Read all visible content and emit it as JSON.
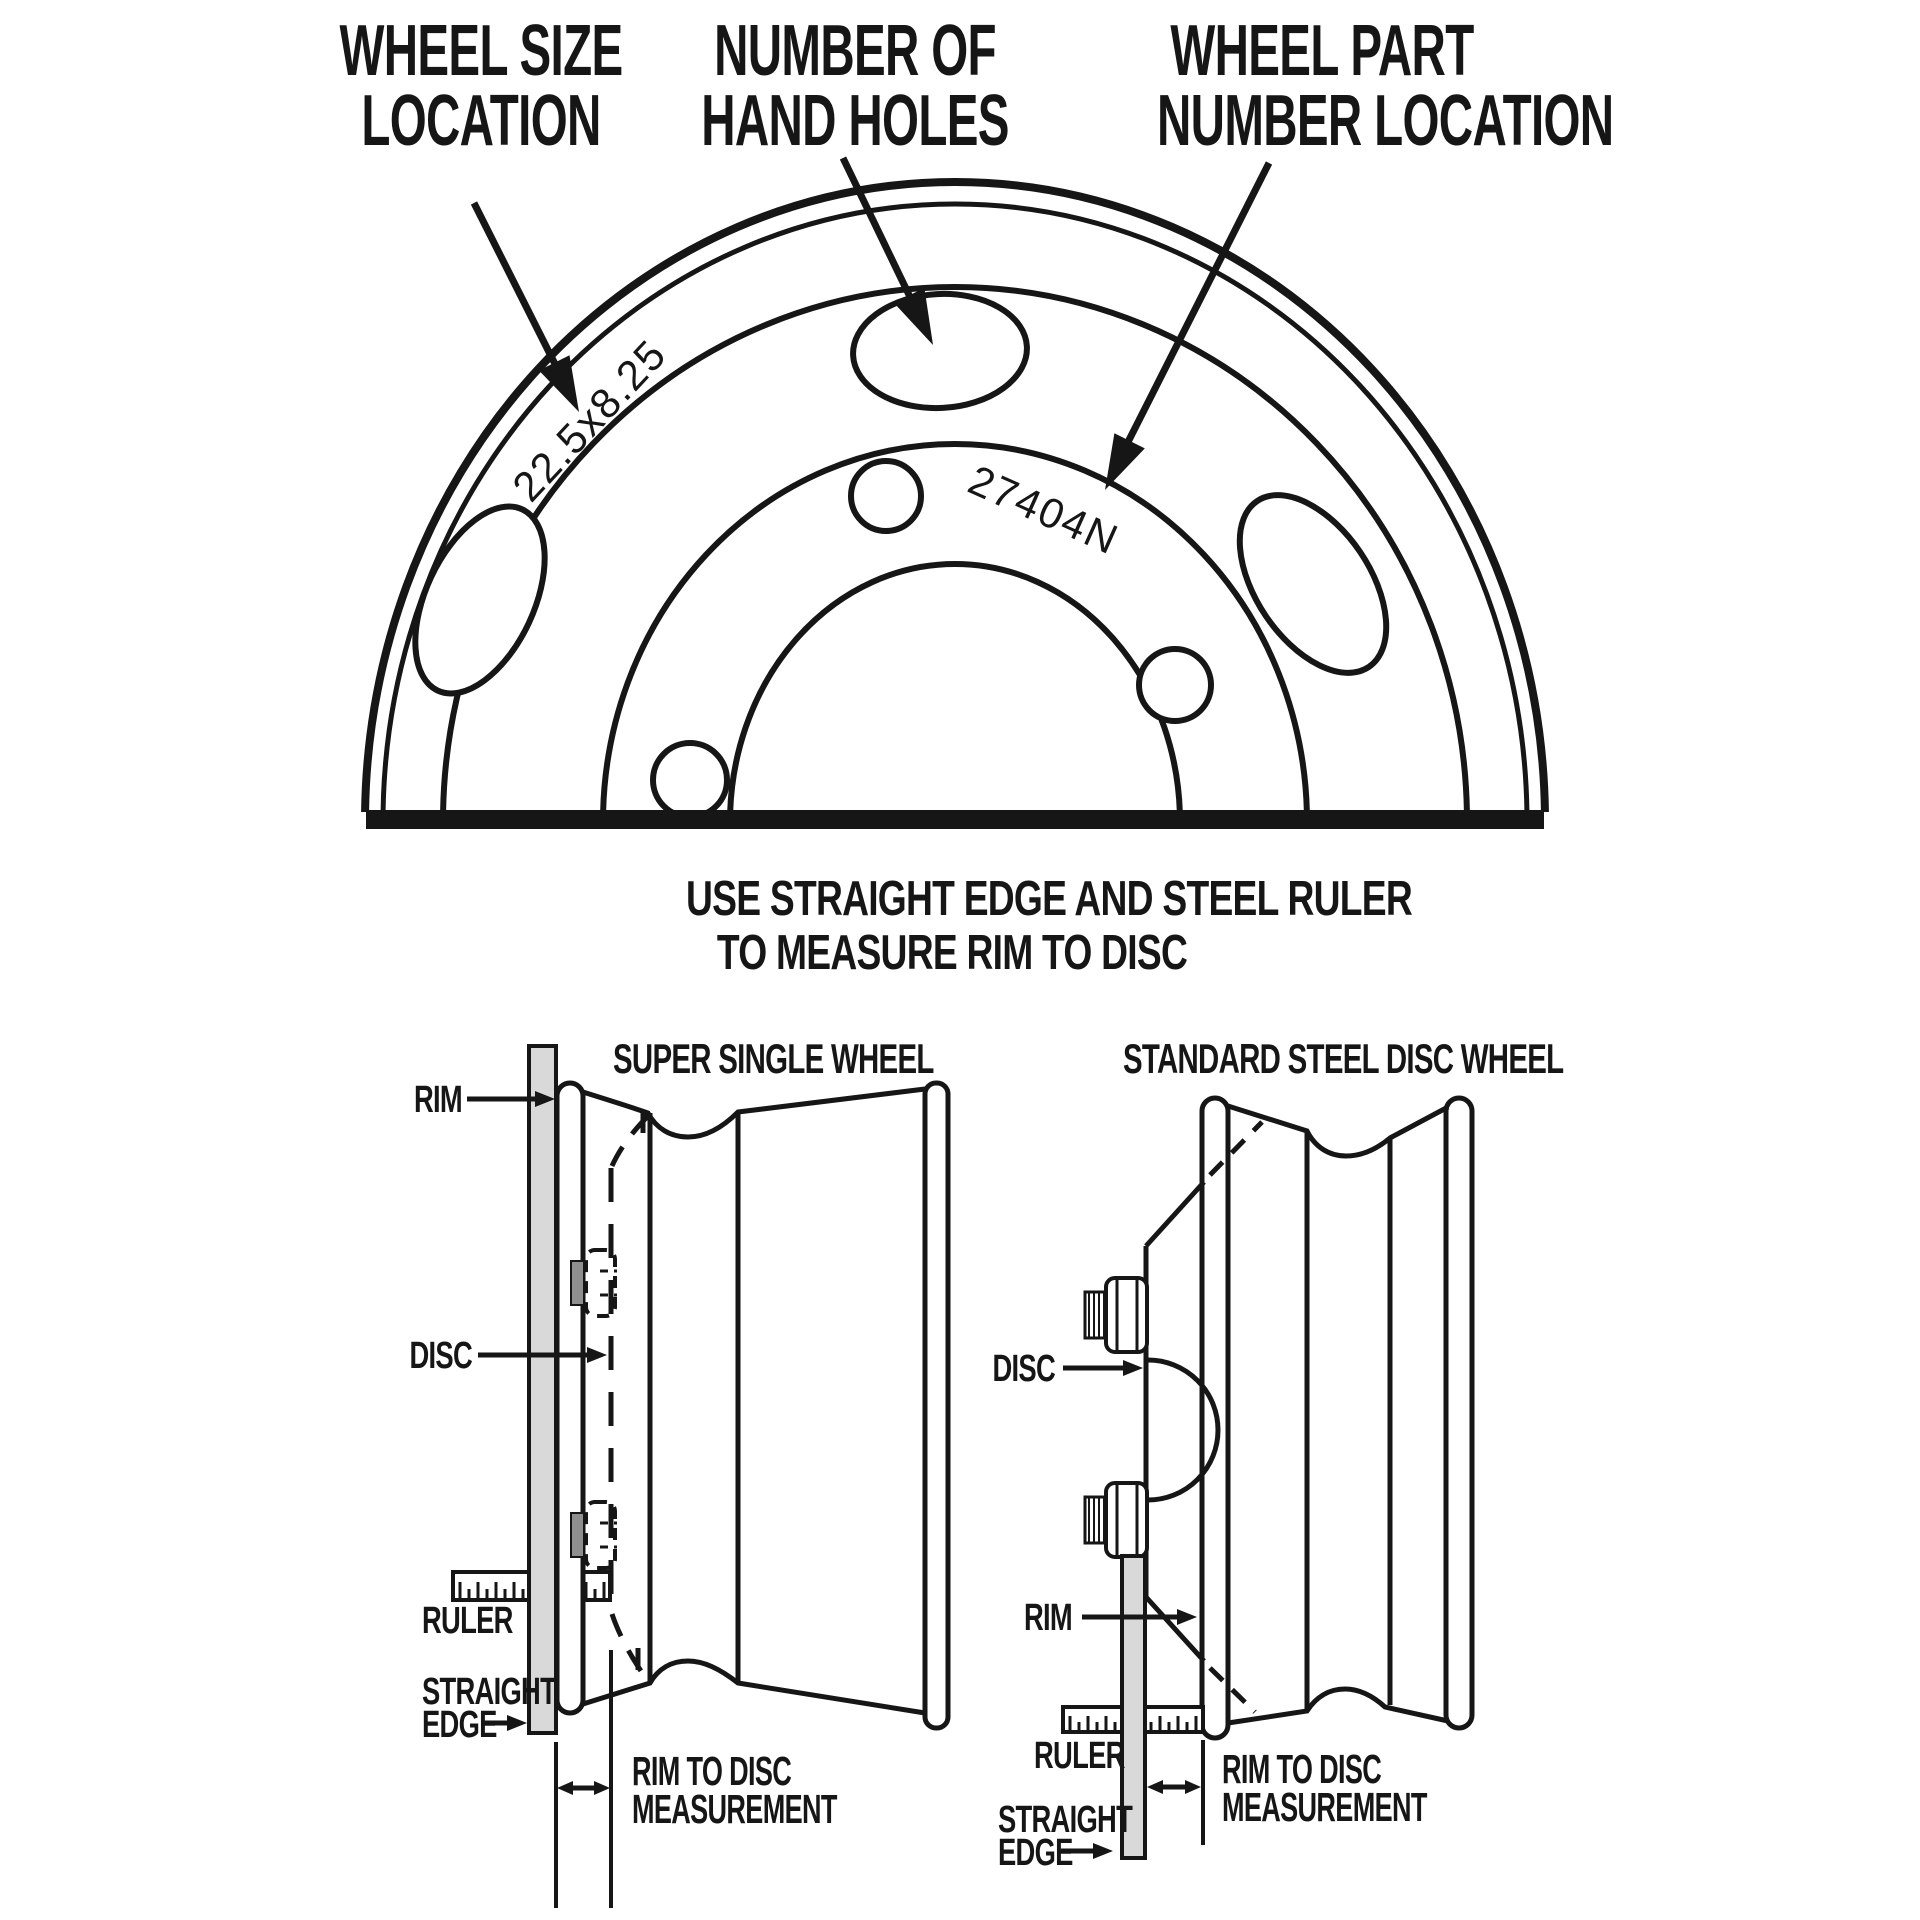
{
  "colors": {
    "ink": "#161616",
    "straight_edge_fill": "#d9d9d9",
    "stud_fill": "#8f8f8f",
    "background": "#ffffff"
  },
  "callouts": {
    "wheel_size": {
      "line1": "WHEEL SIZE",
      "line2": "LOCATION"
    },
    "hand_holes": {
      "line1": "NUMBER OF",
      "line2": "HAND HOLES"
    },
    "part_number": {
      "line1": "WHEEL PART",
      "line2": "NUMBER LOCATION"
    }
  },
  "wheel_markings": {
    "size": "22.5x8.25",
    "part_number": "27404N"
  },
  "instruction": {
    "line1": "USE STRAIGHT EDGE AND STEEL RULER",
    "line2": "TO MEASURE RIM TO DISC"
  },
  "left_diagram": {
    "title": "SUPER SINGLE WHEEL",
    "rim": "RIM",
    "disc": "DISC",
    "ruler": "RULER",
    "straight_edge": {
      "line1": "STRAIGHT",
      "line2": "EDGE"
    },
    "measurement": {
      "line1": "RIM TO DISC",
      "line2": "MEASUREMENT"
    }
  },
  "right_diagram": {
    "title": "STANDARD STEEL DISC WHEEL",
    "rim": "RIM",
    "disc": "DISC",
    "ruler": "RULER",
    "straight_edge": {
      "line1": "STRAIGHT",
      "line2": "EDGE"
    },
    "measurement": {
      "line1": "RIM TO DISC",
      "line2": "MEASUREMENT"
    }
  }
}
